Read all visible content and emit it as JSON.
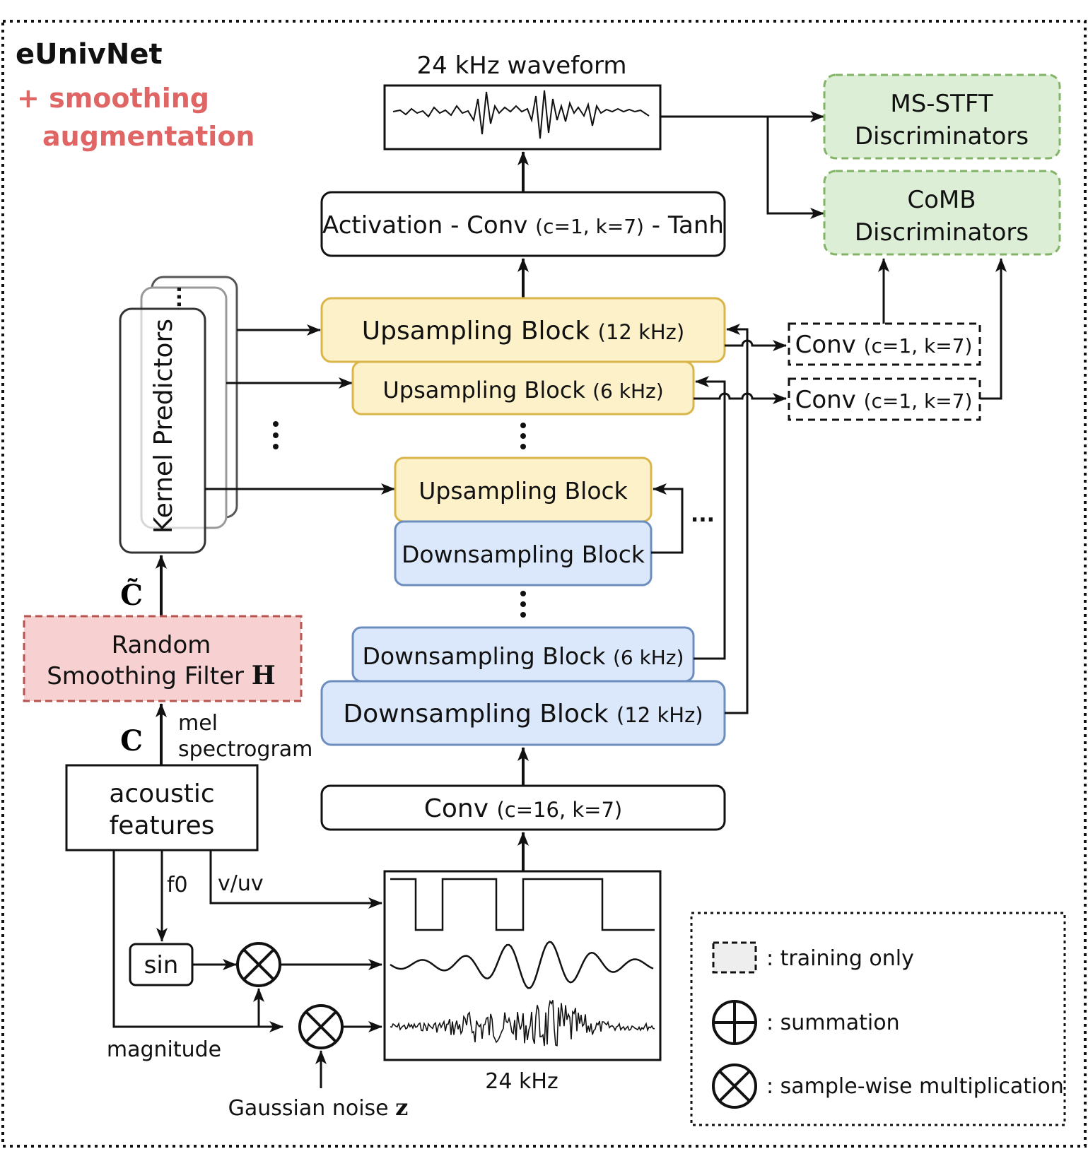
{
  "title": "eUnivNet",
  "augmentation": {
    "line1": "+ smoothing",
    "line2": "augmentation"
  },
  "waveform_out_label": "24 kHz waveform",
  "final_block": {
    "main": "Activation - Conv ",
    "params": "(c=1, k=7)",
    "tail": " - Tanh"
  },
  "discriminators": {
    "msstft": {
      "line1": "MS-STFT",
      "line2": "Discriminators"
    },
    "comb": {
      "line1": "CoMB",
      "line2": "Discriminators"
    }
  },
  "aux_convs": [
    {
      "main": "Conv ",
      "params": "(c=1, k=7)"
    },
    {
      "main": "Conv ",
      "params": "(c=1, k=7)"
    }
  ],
  "kernel_predictors": "Kernel Predictors",
  "upsampling": [
    {
      "main": "Upsampling Block ",
      "params": "(12 kHz)"
    },
    {
      "main": "Upsampling Block ",
      "params": "(6 kHz)"
    },
    {
      "main": "Upsampling Block",
      "params": ""
    }
  ],
  "downsampling": [
    {
      "main": "Downsampling Block",
      "params": ""
    },
    {
      "main": "Downsampling Block ",
      "params": "(6 kHz)"
    },
    {
      "main": "Downsampling Block ",
      "params": "(12 kHz)"
    }
  ],
  "input_conv": {
    "main": "Conv ",
    "params": "(c=16, k=7)"
  },
  "c_tilde": "C̃",
  "c_label": "C",
  "smoothing_filter": {
    "line1": "Random",
    "line2": "Smoothing Filter ",
    "symbol": "H"
  },
  "mel_label": {
    "line1": "mel",
    "line2": "spectrogram"
  },
  "acoustic_features": {
    "line1": "acoustic",
    "line2": "features"
  },
  "f0_label": "f0",
  "vuv_label": "v/uv",
  "sin_label": "sin",
  "magnitude_label": "magnitude",
  "noise_label": {
    "text": "Gaussian noise ",
    "symbol": "z"
  },
  "input_freq_label": "24 kHz",
  "ellipsis": "...",
  "legend": {
    "training_only": ": training only",
    "summation": ": summation",
    "multiplication": ": sample-wise multiplication"
  },
  "colors": {
    "upsampling_fill": "#fdf1c9",
    "upsampling_stroke": "#d9b54a",
    "downsampling_fill": "#dbe8fb",
    "downsampling_stroke": "#6c8ebf",
    "disc_fill": "#dcefd6",
    "disc_stroke": "#82b366",
    "smooth_fill": "#f7d1d1",
    "smooth_stroke": "#b85450",
    "accent_text": "#e06666"
  }
}
